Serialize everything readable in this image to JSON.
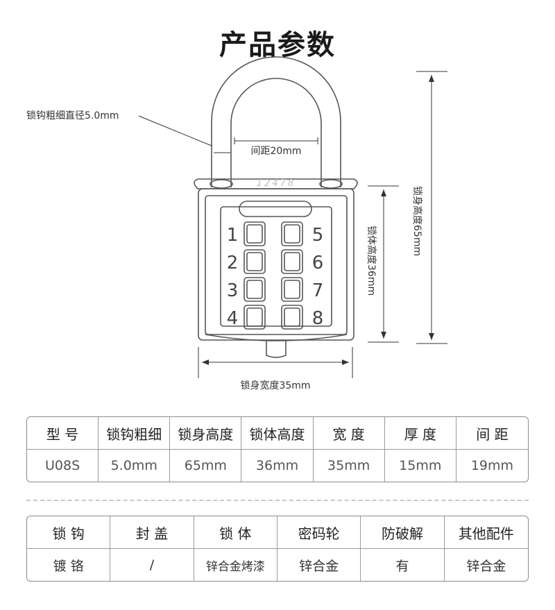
{
  "page_title": "产品参数",
  "diagram": {
    "shackle_diameter": "锁钩粗细直径5.0mm",
    "gap": "间距20mm",
    "code": "12478",
    "lock_height": "锁身高度65mm",
    "body_height": "锁体高度36mm",
    "body_width": "锁身宽度35mm",
    "buttons": [
      "1",
      "2",
      "3",
      "4",
      "5",
      "6",
      "7",
      "8"
    ]
  },
  "table1": {
    "headers": [
      "型 号",
      "锁钩粗细",
      "锁身高度",
      "锁体高度",
      "宽 度",
      "厚 度",
      "间 距"
    ],
    "values": [
      "U08S",
      "5.0mm",
      "65mm",
      "36mm",
      "35mm",
      "15mm",
      "19mm"
    ]
  },
  "table2": {
    "headers": [
      "锁 钩",
      "封 盖",
      "锁 体",
      "密码轮",
      "防破解",
      "其他配件"
    ],
    "values": [
      "镀 铬",
      "/",
      "锌合金烤漆",
      "锌合金",
      "有",
      "锌合金"
    ]
  }
}
